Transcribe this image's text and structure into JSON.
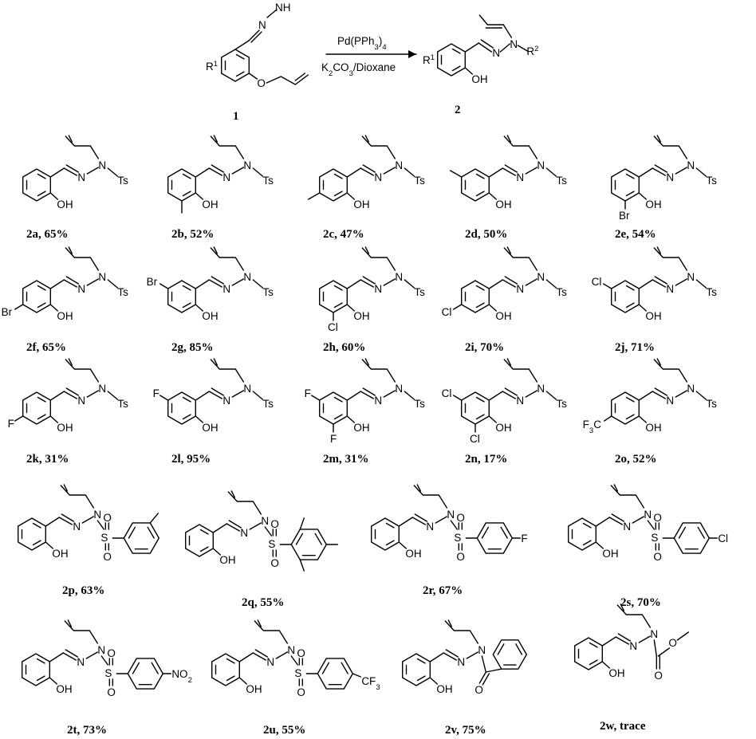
{
  "reaction": {
    "reagent": "Pd(PPh",
    "reagent_sub": "3",
    "reagent_tail": ")",
    "reagent_sub2": "4",
    "base": "K",
    "base_sub": "2",
    "base_tail": "CO",
    "base_sub2": "3",
    "base_tail2": "/Dioxane",
    "start_label": "1",
    "product_label": "2",
    "r1": "R",
    "r1_sup": "1",
    "r2": "R",
    "r2_sup": "2",
    "nh": "NH",
    "n": "N",
    "o": "O",
    "oh": "OH"
  },
  "atoms": {
    "n": "N",
    "ts": "Ts",
    "oh": "OH",
    "o": "O",
    "s": "S",
    "br": "Br",
    "cl": "Cl",
    "f": "F",
    "cf3_c": "F",
    "cf3_sub": "3",
    "cf3_tail": "C",
    "cf3_right": "CF",
    "no2": "NO",
    "no2_sub": "2"
  },
  "products": [
    {
      "id": "2a",
      "yield": "65%",
      "caption": "2a, 65%"
    },
    {
      "id": "2b",
      "yield": "52%",
      "caption": "2b, 52%"
    },
    {
      "id": "2c",
      "yield": "47%",
      "caption": "2c, 47%"
    },
    {
      "id": "2d",
      "yield": "50%",
      "caption": "2d, 50%"
    },
    {
      "id": "2e",
      "yield": "54%",
      "caption": "2e, 54%"
    },
    {
      "id": "2f",
      "yield": "65%",
      "caption": "2f, 65%"
    },
    {
      "id": "2g",
      "yield": "85%",
      "caption": "2g, 85%"
    },
    {
      "id": "2h",
      "yield": "60%",
      "caption": "2h, 60%"
    },
    {
      "id": "2i",
      "yield": "70%",
      "caption": "2i, 70%"
    },
    {
      "id": "2j",
      "yield": "71%",
      "caption": "2j, 71%"
    },
    {
      "id": "2k",
      "yield": "31%",
      "caption": "2k, 31%"
    },
    {
      "id": "2l",
      "yield": "95%",
      "caption": "2l, 95%"
    },
    {
      "id": "2m",
      "yield": "31%",
      "caption": "2m, 31%"
    },
    {
      "id": "2n",
      "yield": "17%",
      "caption": "2n, 17%"
    },
    {
      "id": "2o",
      "yield": "52%",
      "caption": "2o, 52%"
    },
    {
      "id": "2p",
      "yield": "63%",
      "caption": "2p, 63%"
    },
    {
      "id": "2q",
      "yield": "55%",
      "caption": "2q, 55%"
    },
    {
      "id": "2r",
      "yield": "67%",
      "caption": "2r, 67%"
    },
    {
      "id": "2s",
      "yield": "70%",
      "caption": "2s, 70%"
    },
    {
      "id": "2t",
      "yield": "73%",
      "caption": "2t, 73%"
    },
    {
      "id": "2u",
      "yield": "55%",
      "caption": "2u, 55%"
    },
    {
      "id": "2v",
      "yield": "75%",
      "caption": "2v, 75%"
    },
    {
      "id": "2w",
      "yield": "trace",
      "caption": "2w, trace"
    }
  ]
}
